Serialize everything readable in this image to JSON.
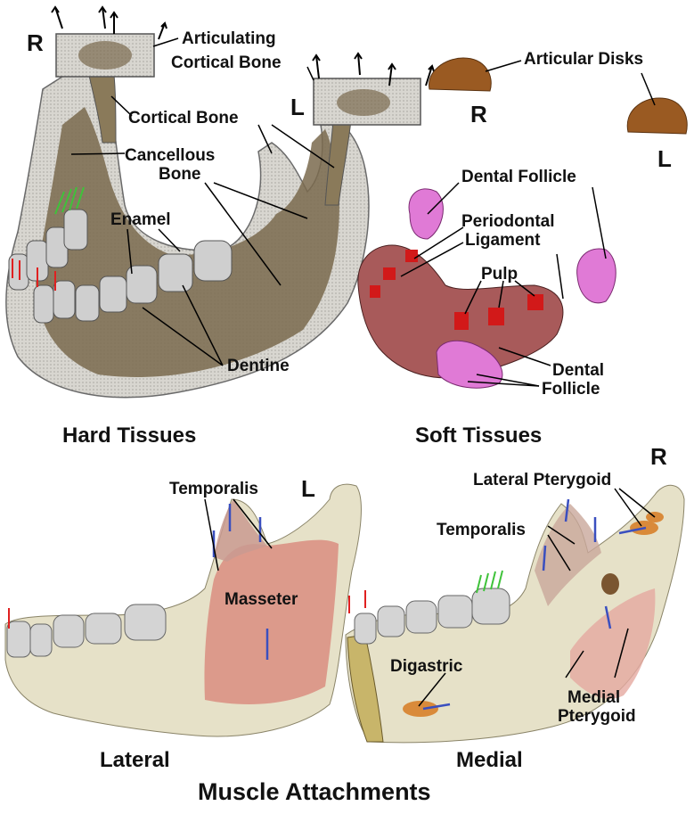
{
  "hard_tissues": {
    "title": "Hard Tissues",
    "side_right": "R",
    "labels": {
      "articulating": "Articulating",
      "cortical_bone_top": "Cortical Bone",
      "cortical_bone": "Cortical Bone",
      "cancellous_line1": "Cancellous",
      "cancellous_line2": "Bone",
      "enamel": "Enamel",
      "dentine": "Dentine"
    }
  },
  "middle": {
    "side_left": "L",
    "side_right": "R",
    "side_left2": "L"
  },
  "articular_disks": {
    "label": "Articular Disks"
  },
  "soft_tissues": {
    "title": "Soft Tissues",
    "labels": {
      "dental_follicle_top": "Dental Follicle",
      "periodontal_line1": "Periodontal",
      "periodontal_line2": "Ligament",
      "pulp": "Pulp",
      "dental_line1": "Dental",
      "dental_line2": "Follicle"
    }
  },
  "lateral": {
    "title": "Lateral",
    "side": "L",
    "labels": {
      "temporalis": "Temporalis",
      "masseter": "Masseter"
    }
  },
  "medial": {
    "title": "Medial",
    "side": "R",
    "labels": {
      "lateral_pterygoid": "Lateral Pterygoid",
      "temporalis": "Temporalis",
      "digastric": "Digastric",
      "medial_line1": "Medial",
      "medial_line2": "Pterygoid"
    }
  },
  "footer": {
    "title": "Muscle Attachments"
  },
  "colors": {
    "bone_fill": "#7a6a4e",
    "bone_shell": "#c9c5bd",
    "bone_light": "#e6e1c8",
    "tooth": "#cfcfcf",
    "soft_tissue": "#a85a5a",
    "pulp": "#d21919",
    "follicle": "#e07ad6",
    "disk": "#9a5a22",
    "masseter": "#d98d80",
    "pterygoid": "#e5a9a0",
    "digastric": "#d98a3a",
    "force_blue": "#3a4fbf",
    "force_red": "#e02020",
    "force_green": "#3fc23a"
  }
}
